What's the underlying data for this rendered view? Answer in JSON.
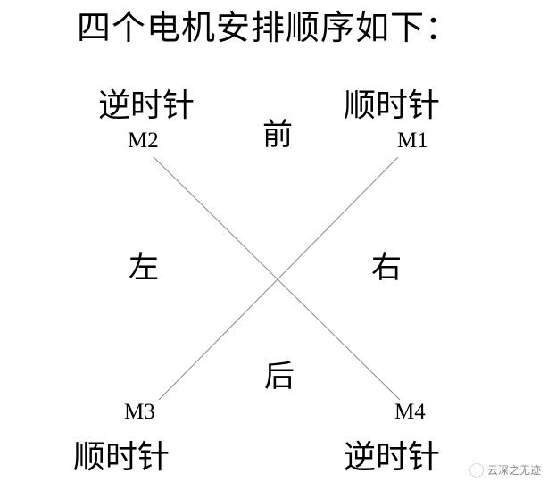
{
  "title": "四个电机安排顺序如下：",
  "motors": [
    {
      "id": "M1",
      "label": "M1",
      "rotation": "顺时针",
      "position": "front-right"
    },
    {
      "id": "M2",
      "label": "M2",
      "rotation": "逆时针",
      "position": "front-left"
    },
    {
      "id": "M3",
      "label": "M3",
      "rotation": "顺时针",
      "position": "rear-left"
    },
    {
      "id": "M4",
      "label": "M4",
      "rotation": "逆时针",
      "position": "rear-right"
    }
  ],
  "directions": {
    "front": "前",
    "rear": "后",
    "left": "左",
    "right": "右"
  },
  "watermark": "云深之无迹",
  "colors": {
    "line": "#8a8a8a",
    "text": "#000000"
  }
}
